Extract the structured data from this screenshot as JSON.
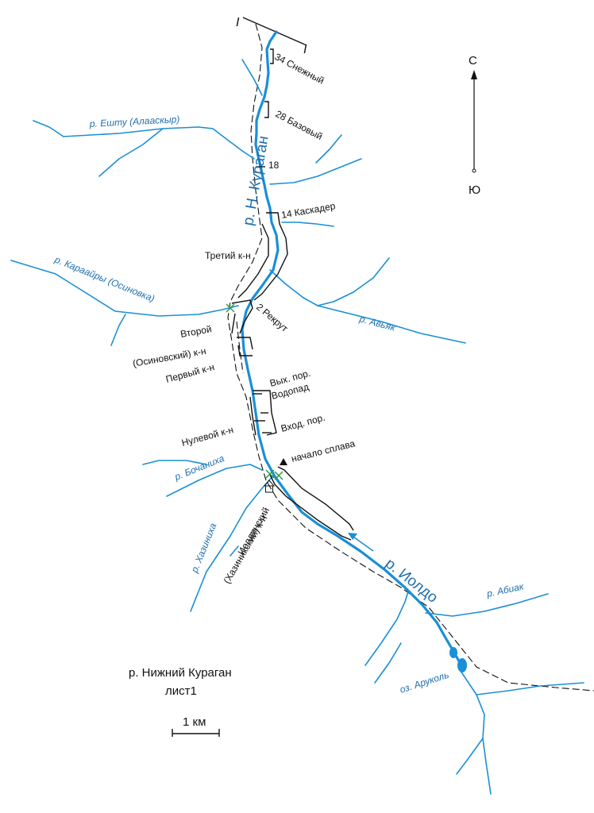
{
  "section_mark": "I",
  "compass": {
    "north": "С",
    "south": "Ю"
  },
  "rivers": {
    "main": "р. Н. Кураган",
    "eshtu": "р. Ешту (Алааскыр)",
    "karaairy": "р. Караайры (Осиновка)",
    "avyak": "р. Авьяк",
    "bochaniha": "р. Бочаниха",
    "hazinikha": "р. Хазиниха",
    "ioldo": "р. Иолдо",
    "abiak": "р. Абиак",
    "lake": "оз. Аруколь"
  },
  "rapids": {
    "snezhny": "34 Снежный",
    "bazovy": "28 Базовый",
    "r18": "18",
    "kaskader": "14 Каскадер",
    "rekrut": "2 Рекрут",
    "exit_rapid": "Вых. пор.",
    "waterfall": "Водопад",
    "entry_rapid": "Вход. пор.",
    "start": "начало сплава"
  },
  "canyons": {
    "third": "Третий к-н",
    "second_line1": "Второй",
    "second_line2": "(Осиновский) к-н",
    "first": "Первый к-н",
    "zero": "Нулевой к-н",
    "ioldinsky_line1": "Иолдинский",
    "ioldinsky_line2": "(Хазиникский) к-н"
  },
  "title": {
    "line1": "р. Нижний Кураган",
    "line2": "лист1"
  },
  "scale_label": "1 км",
  "colors": {
    "water": "#1a8fd6",
    "label_blue": "#1f6fae",
    "ink": "#111111"
  }
}
